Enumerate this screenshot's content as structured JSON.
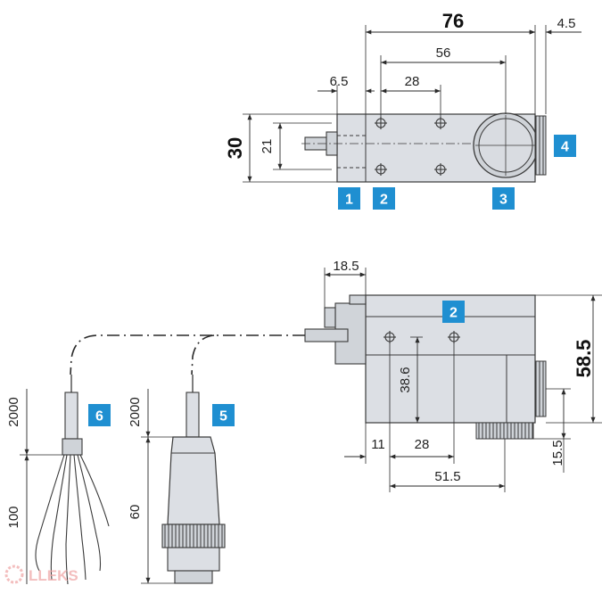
{
  "colors": {
    "body_fill": "#dcdfe4",
    "body_stroke": "#3a3a3a",
    "badge": "#1f8fd1",
    "dim_line": "#2a2a2a",
    "watermark": "#f0a9a9"
  },
  "top_view": {
    "dimensions": {
      "overall_width": "76",
      "end_cap": "4.5",
      "hole_span": "56",
      "hole_pitch": "28",
      "left_offset": "6.5",
      "height": "30",
      "hole_spacing": "21"
    },
    "callouts": [
      "1",
      "2",
      "3",
      "4"
    ]
  },
  "side_view": {
    "dimensions": {
      "connector_offset": "18.5",
      "height": "58.5",
      "hole_height": "38.6",
      "left_offset": "11",
      "hole_pitch": "28",
      "base_width": "51.5",
      "knob_height": "15.5"
    },
    "callouts": [
      "2"
    ]
  },
  "cables": {
    "flying_leads": {
      "callout": "6",
      "cable_length": "2000",
      "lead_length": "100"
    },
    "connector": {
      "callout": "5",
      "cable_length": "2000",
      "connector_length": "60"
    }
  },
  "watermark": {
    "text": "LLEKS"
  }
}
